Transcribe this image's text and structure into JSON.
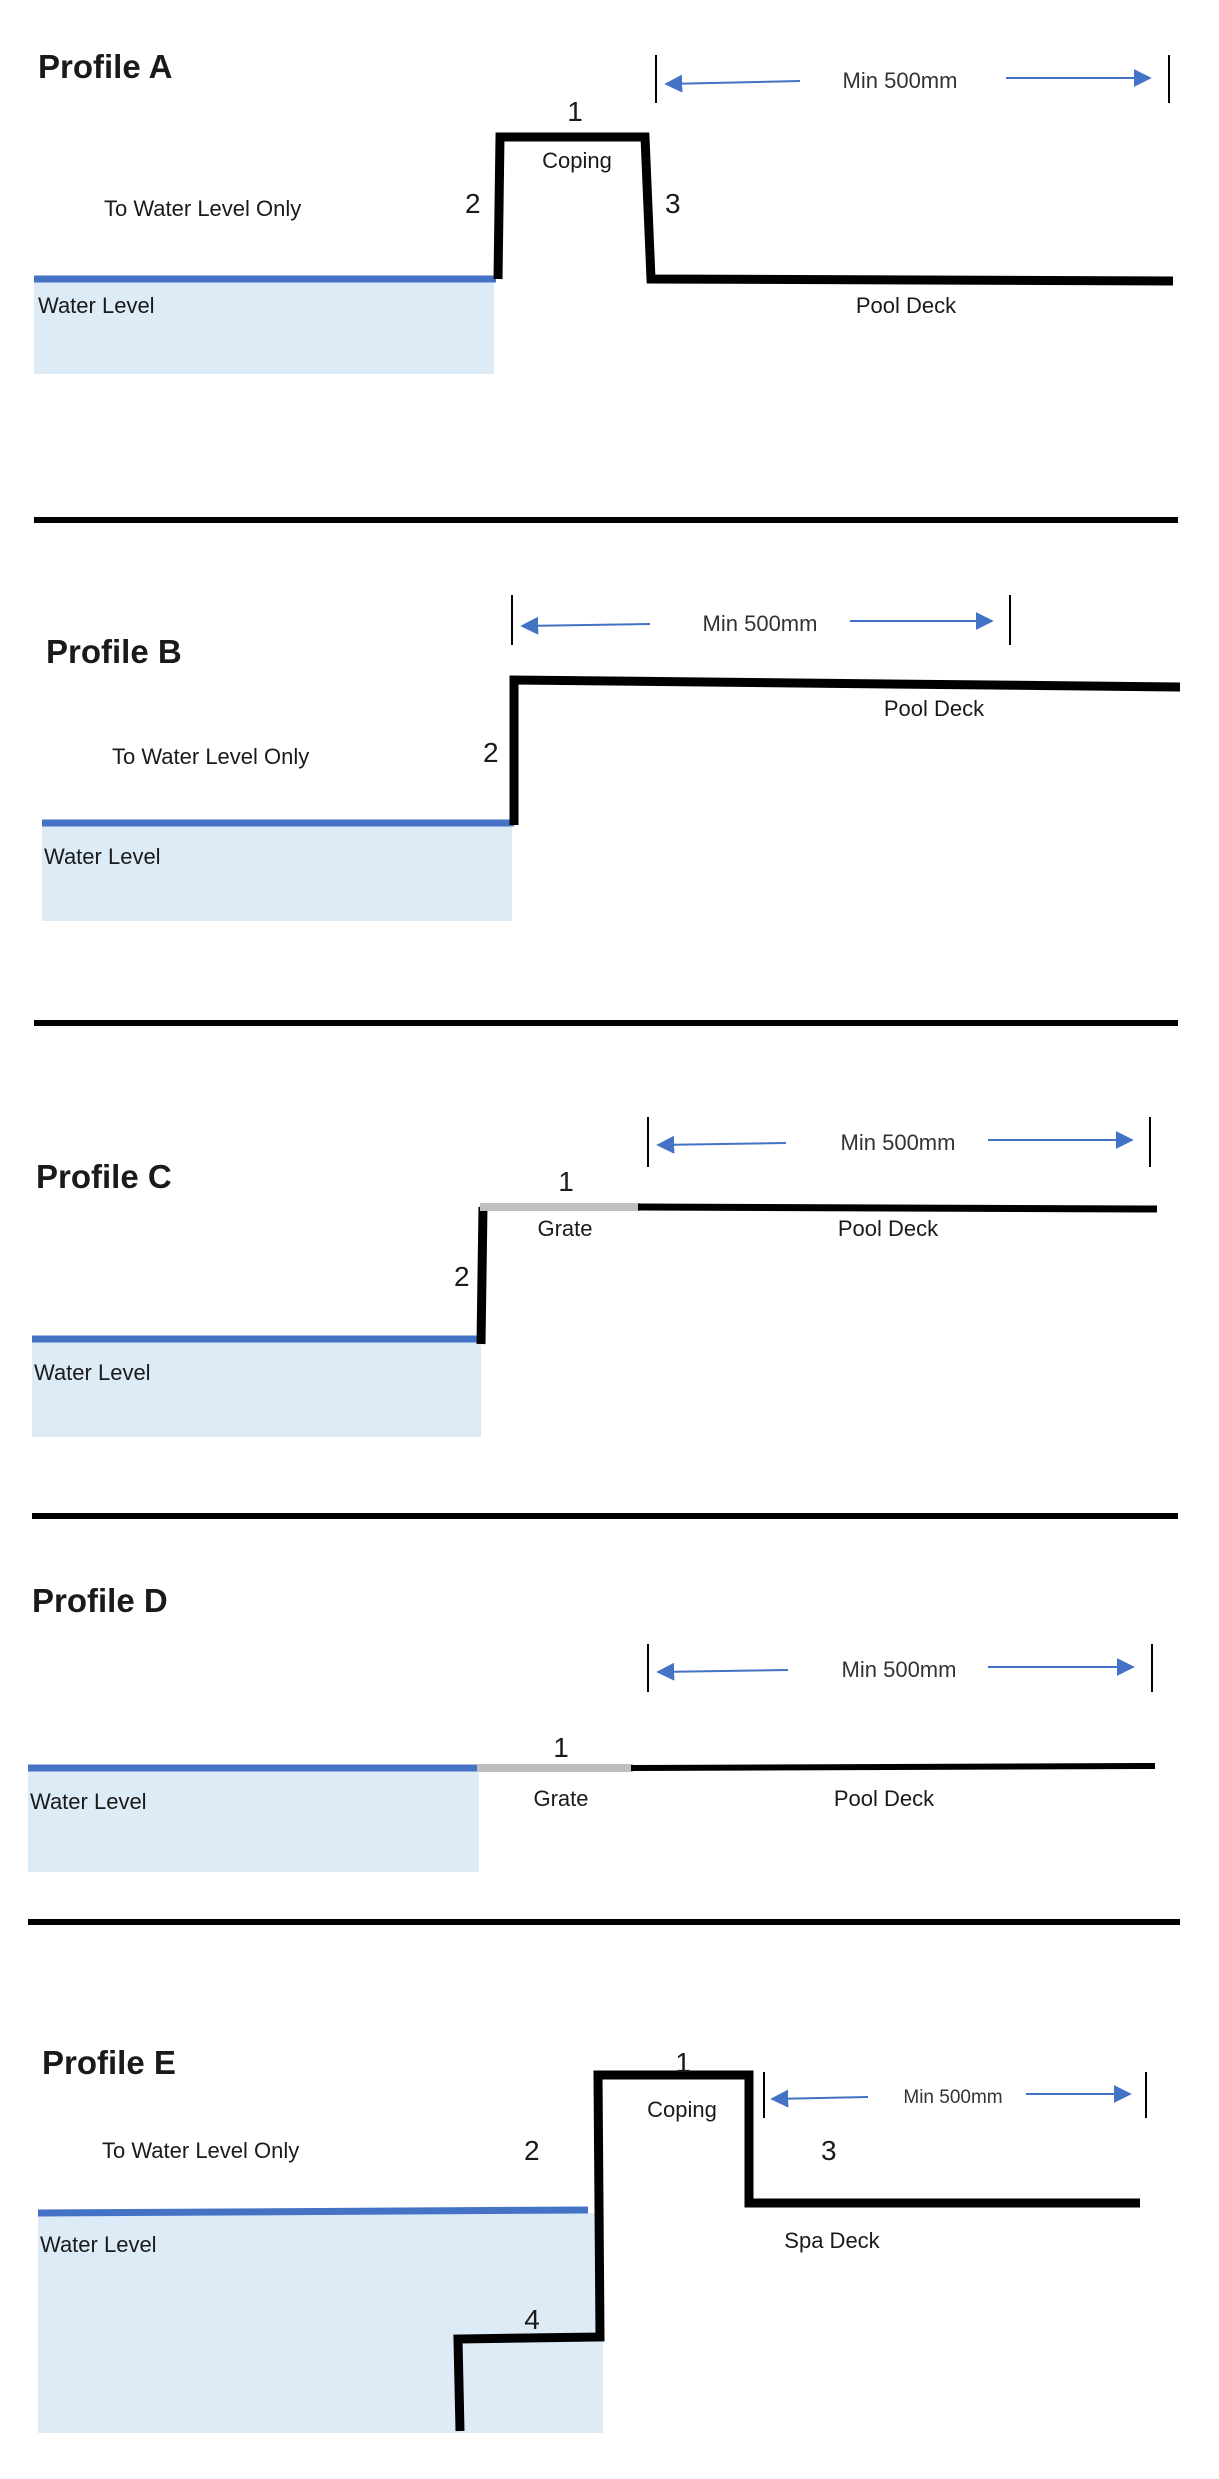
{
  "colors": {
    "water_line": "#4472C4",
    "water_fill": "#DDEBF7",
    "structure": "#000000",
    "grate": "#BFBFBF",
    "dimension_arrow": "#4472C4",
    "divider": "#000000"
  },
  "profiles": {
    "a": {
      "title": "Profile A",
      "note": "To Water Level Only",
      "water_label": "Water Level",
      "top_label": "Coping",
      "deck_label": "Pool Deck",
      "dimension": "Min 500mm",
      "numbers": {
        "one": "1",
        "two": "2",
        "three": "3"
      }
    },
    "b": {
      "title": "Profile B",
      "note": "To Water Level Only",
      "water_label": "Water Level",
      "deck_label": "Pool Deck",
      "dimension": "Min 500mm",
      "numbers": {
        "two": "2"
      }
    },
    "c": {
      "title": "Profile C",
      "water_label": "Water Level",
      "top_label": "Grate",
      "deck_label": "Pool Deck",
      "dimension": "Min 500mm",
      "numbers": {
        "one": "1",
        "two": "2"
      }
    },
    "d": {
      "title": "Profile D",
      "water_label": "Water Level",
      "top_label": "Grate",
      "deck_label": "Pool Deck",
      "dimension": "Min 500mm",
      "numbers": {
        "one": "1"
      }
    },
    "e": {
      "title": "Profile E",
      "note": "To Water Level Only",
      "water_label": "Water Level",
      "top_label": "Coping",
      "deck_label": "Spa Deck",
      "dimension": "Min 500mm",
      "numbers": {
        "one": "1",
        "two": "2",
        "three": "3",
        "four": "4"
      }
    }
  }
}
